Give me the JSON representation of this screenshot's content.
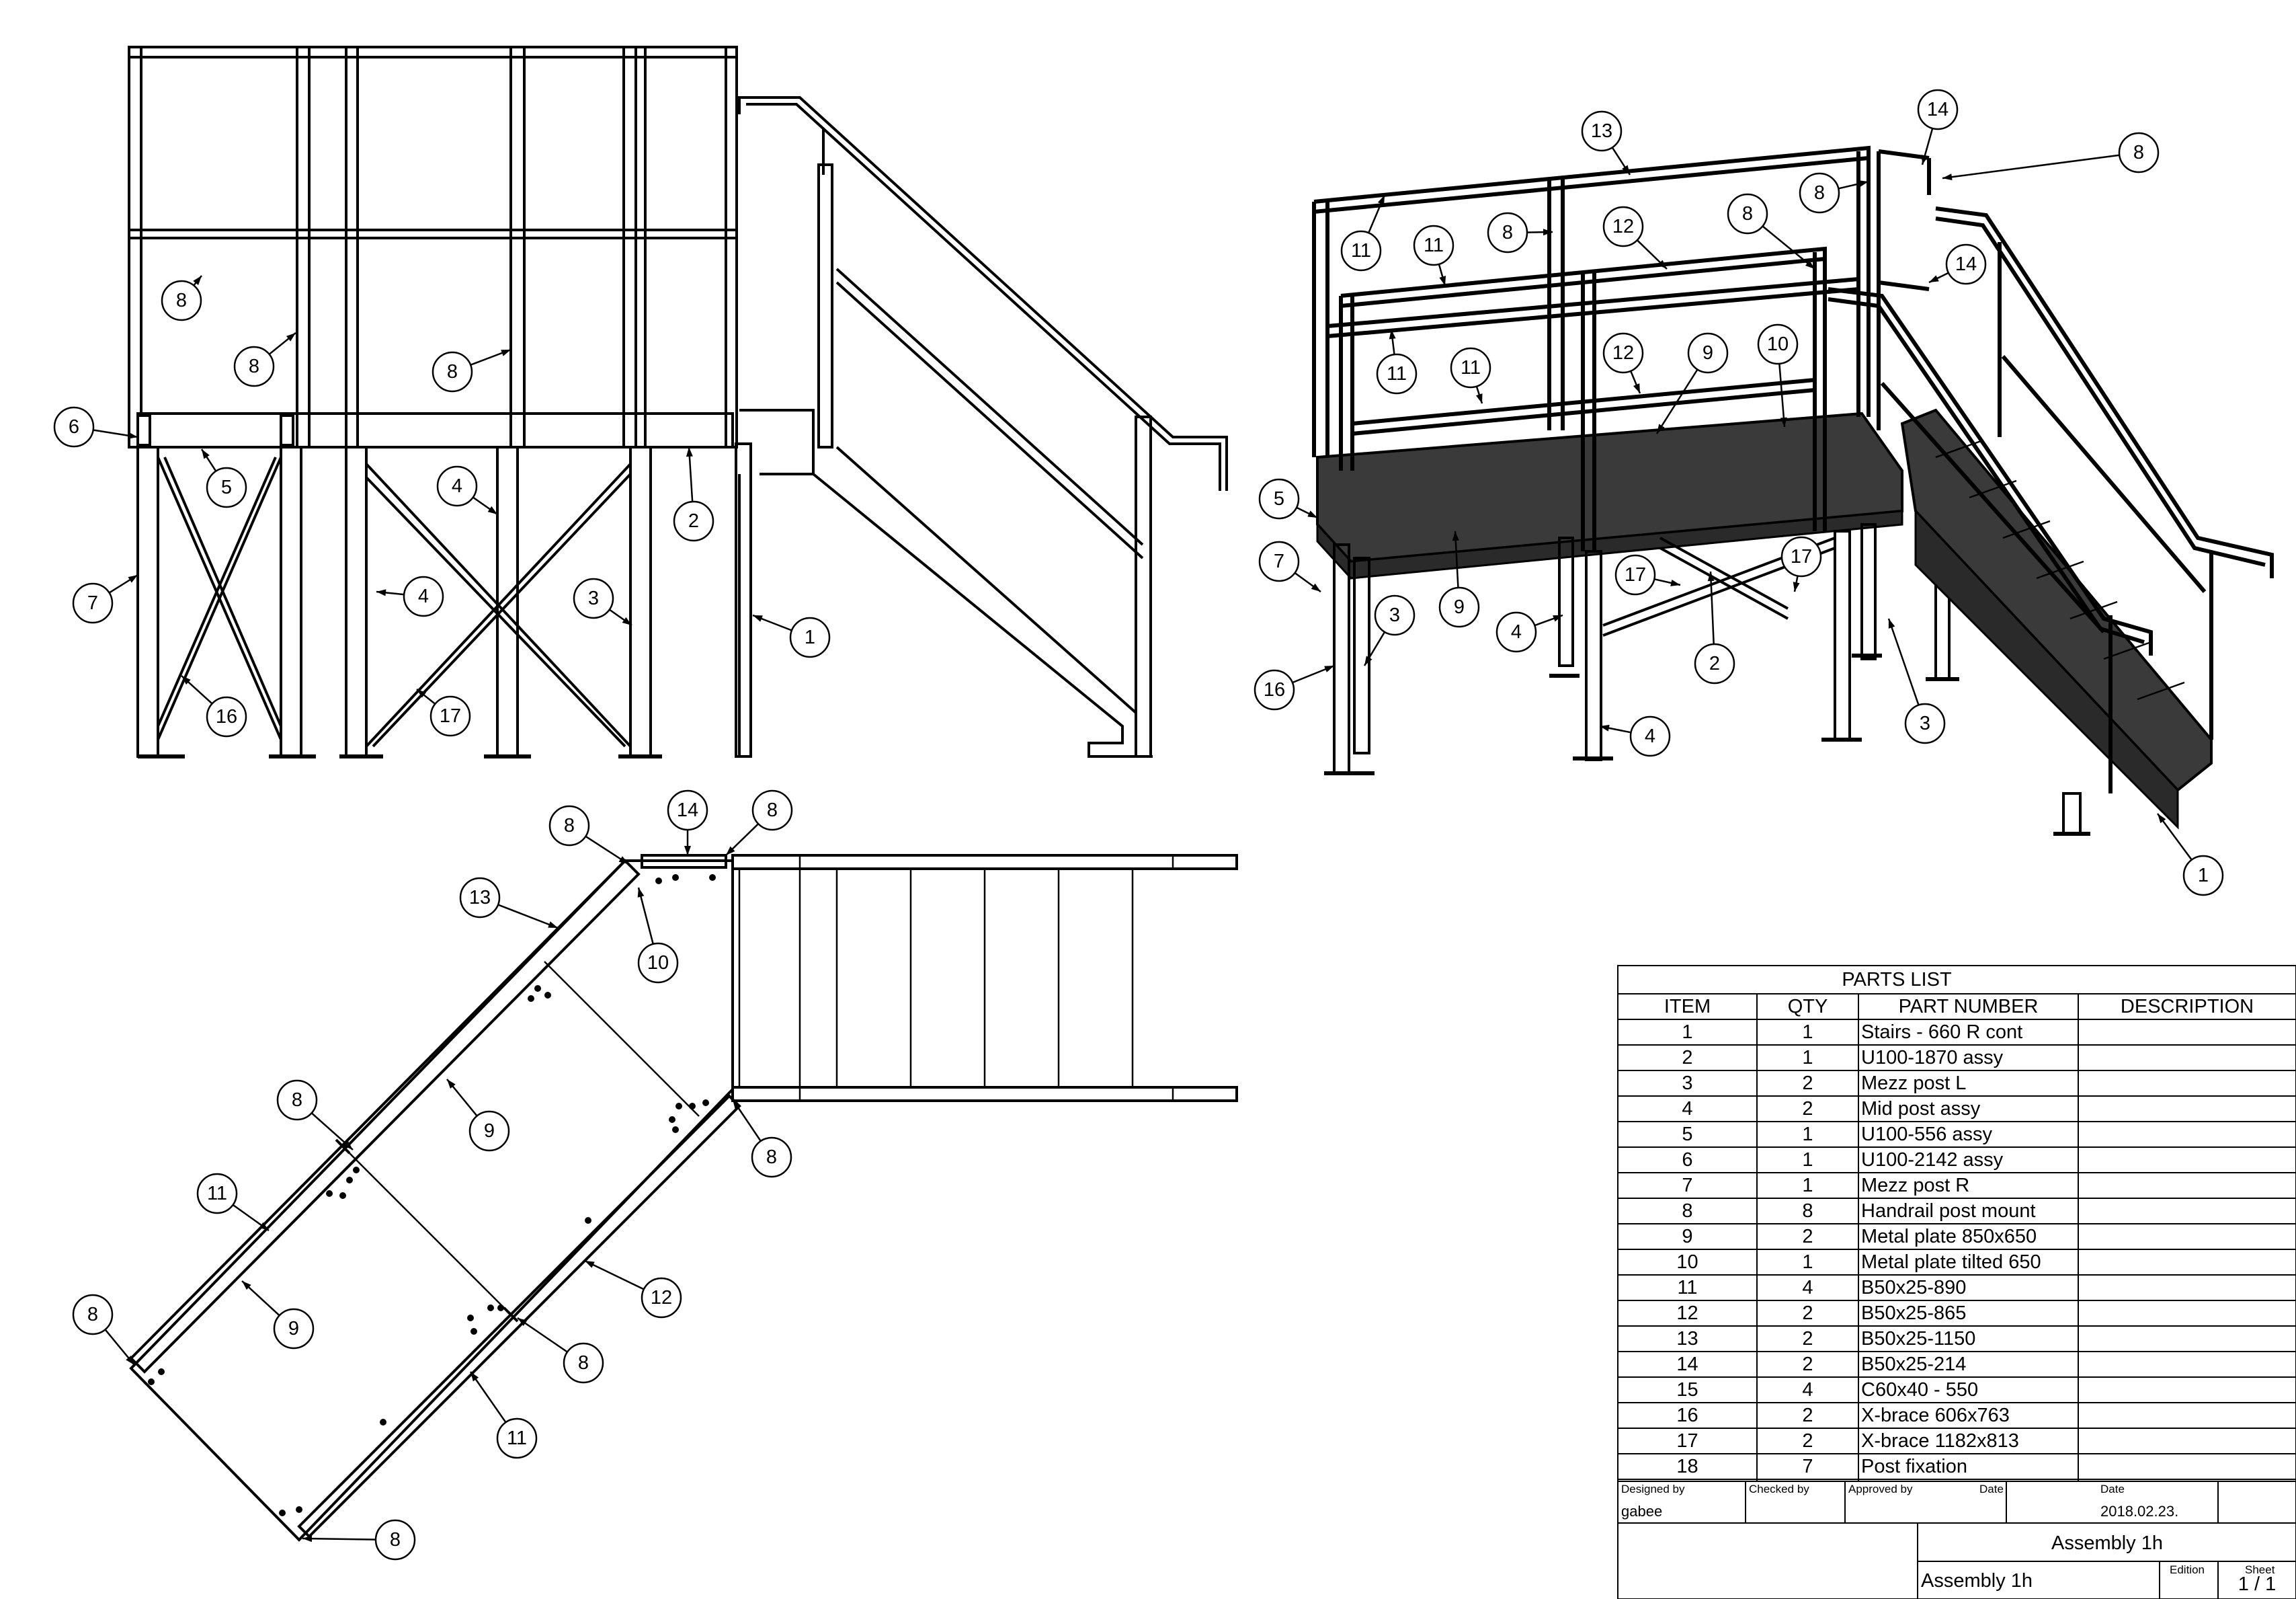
{
  "parts_list": {
    "title": "PARTS LIST",
    "headers": [
      "ITEM",
      "QTY",
      "PART NUMBER",
      "DESCRIPTION"
    ],
    "rows": [
      [
        "1",
        "1",
        "Stairs - 660 R cont",
        ""
      ],
      [
        "2",
        "1",
        "U100-1870 assy",
        ""
      ],
      [
        "3",
        "2",
        "Mezz post L",
        ""
      ],
      [
        "4",
        "2",
        "Mid post assy",
        ""
      ],
      [
        "5",
        "1",
        "U100-556 assy",
        ""
      ],
      [
        "6",
        "1",
        "U100-2142 assy",
        ""
      ],
      [
        "7",
        "1",
        "Mezz post R",
        ""
      ],
      [
        "8",
        "8",
        "Handrail post mount",
        ""
      ],
      [
        "9",
        "2",
        "Metal plate 850x650",
        ""
      ],
      [
        "10",
        "1",
        "Metal plate tilted 650",
        ""
      ],
      [
        "11",
        "4",
        "B50x25-890",
        ""
      ],
      [
        "12",
        "2",
        "B50x25-865",
        ""
      ],
      [
        "13",
        "2",
        "B50x25-1150",
        ""
      ],
      [
        "14",
        "2",
        "B50x25-214",
        ""
      ],
      [
        "15",
        "4",
        "C60x40 - 550",
        ""
      ],
      [
        "16",
        "2",
        "X-brace 606x763",
        ""
      ],
      [
        "17",
        "2",
        "X-brace 1182x813",
        ""
      ],
      [
        "18",
        "7",
        "Post fixation",
        ""
      ]
    ]
  },
  "title_block": {
    "designed_by_label": "Designed by",
    "designed_by": "gabee",
    "checked_by_label": "Checked by",
    "approved_by_label": "Approved by",
    "date_label_1": "Date",
    "date_label_2": "Date",
    "date": "2018.02.23.",
    "title": "Assembly 1h",
    "name": "Assembly 1h",
    "edition_label": "Edition",
    "sheet_label": "Sheet",
    "sheet": "1 / 1"
  },
  "balloons": {
    "front_view": [
      "8",
      "8",
      "8",
      "6",
      "5",
      "4",
      "2",
      "7",
      "4",
      "3",
      "1",
      "16",
      "17"
    ],
    "iso_view": [
      "13",
      "14",
      "8",
      "8",
      "11",
      "11",
      "8",
      "12",
      "8",
      "14",
      "11",
      "11",
      "12",
      "9",
      "10",
      "5",
      "7",
      "17",
      "17",
      "9",
      "3",
      "4",
      "2",
      "16",
      "3",
      "4",
      "1"
    ],
    "top_view": [
      "8",
      "14",
      "8",
      "13",
      "10",
      "8",
      "9",
      "8",
      "11",
      "12",
      "9",
      "8",
      "8",
      "11",
      "8"
    ]
  }
}
